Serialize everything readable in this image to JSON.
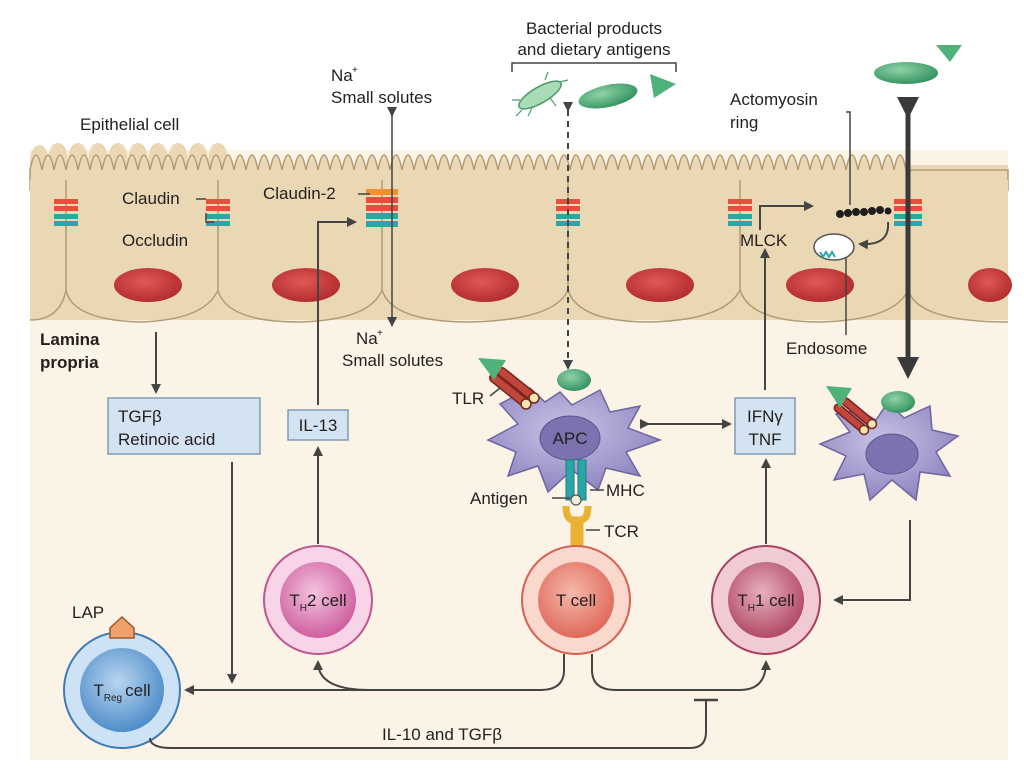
{
  "labels": {
    "bacterial_line1": "Bacterial products",
    "bacterial_line2": "and dietary antigens",
    "na_top": "Na",
    "na_sup": "+",
    "small_solutes_top": "Small solutes",
    "actomyosin_line1": "Actomyosin",
    "actomyosin_line2": "ring",
    "epithelial_cell": "Epithelial cell",
    "claudin": "Claudin",
    "claudin2": "Claudin-2",
    "occludin": "Occludin",
    "mlck": "MLCK",
    "endosome": "Endosome",
    "lamina_line1": "Lamina",
    "lamina_line2": "propria",
    "na_bottom": "Na",
    "small_solutes_bottom": "Small solutes",
    "tlr": "TLR",
    "apc": "APC",
    "mhc": "MHC",
    "antigen": "Antigen",
    "tcr": "TCR",
    "tgfb_line1": "TGFβ",
    "tgfb_line2": "Retinoic acid",
    "il13": "IL-13",
    "ifng_line1": "IFNγ",
    "ifng_line2": "TNF",
    "th2_t": "T",
    "th2_sub": "H",
    "th2_rest": "2 cell",
    "tcell": "T cell",
    "th1_t": "T",
    "th1_sub": "H",
    "th1_rest": "1 cell",
    "treg_t": "T",
    "treg_sub": "Reg",
    "treg_rest": "cell",
    "lap": "LAP",
    "il10": "IL-10 and TGFβ"
  },
  "colors": {
    "background": "#fbf3e6",
    "epithelium": "#ead8b5",
    "nucleus": "#c9383a",
    "claudin": "#e94e3c",
    "occludin": "#2aa6a6",
    "claudin2": "#f2912e",
    "apc": "#8f86c0",
    "th2": "#cc5b9b",
    "tcell": "#e06a5a",
    "th1": "#b14a66",
    "treg": "#4f8dc9",
    "box": "#d4e3f1",
    "antigen": "#3aa06a"
  }
}
